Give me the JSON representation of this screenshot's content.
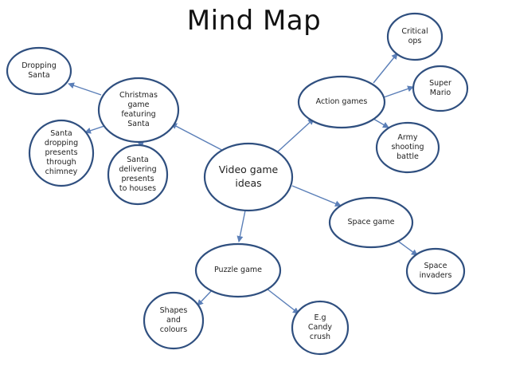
{
  "title": "Mind Map",
  "colors": {
    "stroke": "#2f4f7f",
    "arrow": "#5b7fb8",
    "text": "#222222"
  },
  "nodes": {
    "center": "Video game\nideas",
    "christmas": "Christmas\ngame\nfeaturing\nSanta",
    "dropping": "Dropping\nSanta",
    "chimney": "Santa\ndropping\npresents\nthrough\nchimney",
    "delivering": "Santa\ndelivering\npresents\nto houses",
    "action": "Action games",
    "critical": "Critical\nops",
    "mario": "Super\nMario",
    "army": "Army\nshooting\nbattle",
    "space": "Space game",
    "invaders": "Space\ninvaders",
    "puzzle": "Puzzle game",
    "shapes": "Shapes\nand\ncolours",
    "candy": "E.g\nCandy\ncrush"
  }
}
